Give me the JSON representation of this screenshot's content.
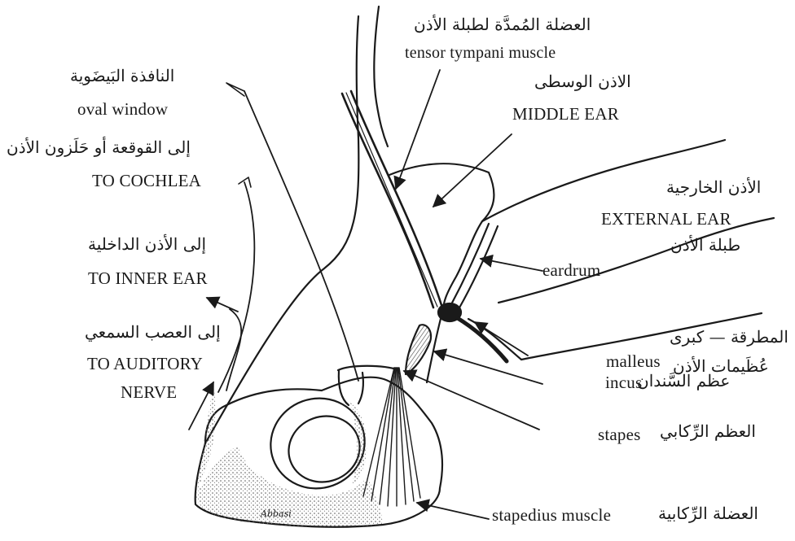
{
  "labels": {
    "tensor_ar": "العضلة المُمدَّة لطبلة الأذن",
    "tensor_en": "tensor tympani muscle",
    "middle_ar": "الاذن الوسطى",
    "middle_en": "MIDDLE EAR",
    "oval_ar": "النافذة البَيضَوية",
    "oval_en": "oval window",
    "cochlea_ar": "إلى القوقعة أو حَلَزون الأذن",
    "cochlea_en": "TO COCHLEA",
    "external_ar": "الأذن الخارجية",
    "external_en": "EXTERNAL EAR",
    "eardrum_ar": "طبلة الأذن",
    "eardrum_en": "eardrum",
    "inner_ar": "إلى الأذن الداخلية",
    "inner_en": "TO INNER EAR",
    "auditory_ar": "إلى العصب السمعي",
    "auditory_en_1": "TO AUDITORY",
    "auditory_en_2": "NERVE",
    "malleus_ar_1": "المطرقة — كبرى",
    "malleus_ar_2": "عُظَيمات الأذن",
    "malleus_en": "malleus",
    "incus_ar": "عظم السَّندان",
    "incus_en": "incus",
    "stapes_ar": "العظم الرِّكابي",
    "stapes_en": "stapes",
    "stapedius_ar": "العضلة الرِّكابية",
    "stapedius_en": "stapedius muscle",
    "signature": "Abbasi"
  },
  "colors": {
    "ink": "#1a1a1a",
    "paper": "#ffffff",
    "shade": "#6e6e6e"
  }
}
